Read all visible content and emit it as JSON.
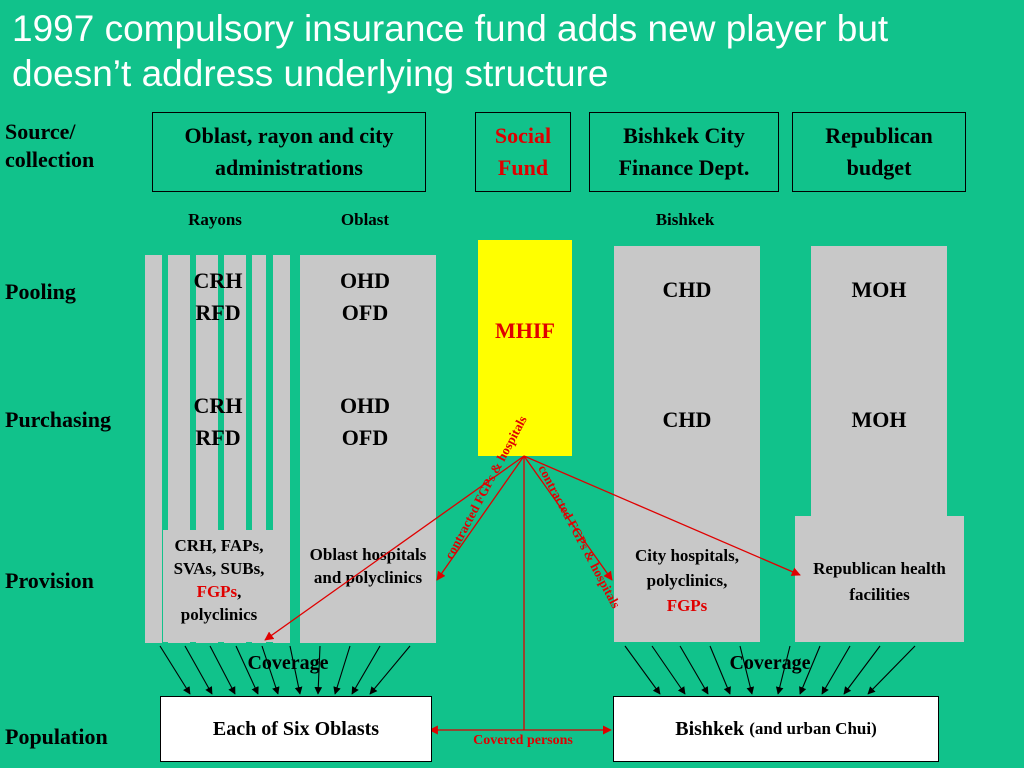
{
  "title": "1997 compulsory insurance fund adds new player but doesn’t address underlying structure",
  "rows": {
    "source": "Source/ collection",
    "pooling": "Pooling",
    "purchasing": "Purchasing",
    "provision": "Provision",
    "population": "Population"
  },
  "sources": {
    "oblast": "Oblast, rayon and city administrations",
    "social_fund": "Social Fund",
    "bishkek": "Bishkek City Finance Dept.",
    "republican": "Republican budget"
  },
  "sublabels": {
    "rayons": "Rayons",
    "oblast": "Oblast",
    "bishkek": "Bishkek"
  },
  "pooling": {
    "crh": "CRH",
    "rfd": "RFD",
    "ohd": "OHD",
    "ofd": "OFD",
    "mhif": "MHIF",
    "chd": "CHD",
    "moh": "MOH"
  },
  "purchasing": {
    "crh": "CRH",
    "rfd": "RFD",
    "ohd": "OHD",
    "ofd": "OFD",
    "chd": "CHD",
    "moh": "MOH"
  },
  "provision": {
    "rayon_line1": "CRH, FAPs,",
    "rayon_line2": "SVAs, SUBs,",
    "rayon_fgps": "FGPs",
    "rayon_comma": ",",
    "rayon_line4": "polyclinics",
    "oblast": "Oblast hospitals and polyclinics",
    "city": "City hospitals, polyclinics,",
    "city_fgps": "FGPs",
    "republican": "Republican health facilities"
  },
  "contracts": {
    "left": "contracted FGPs & hospitals",
    "right": "contracted FGPs & hospitals"
  },
  "coverage": {
    "left": "Coverage",
    "right": "Coverage"
  },
  "population": {
    "oblasts": "Each of Six Oblasts",
    "bishkek": "Bishkek",
    "bishkek_paren": "(and urban Chui)",
    "covered": "Covered persons"
  },
  "colors": {
    "background": "#11c28b",
    "title": "#ffffff",
    "mhif": "#ffff00",
    "accent_red": "#e00000",
    "gray": "#c8c8c8"
  }
}
